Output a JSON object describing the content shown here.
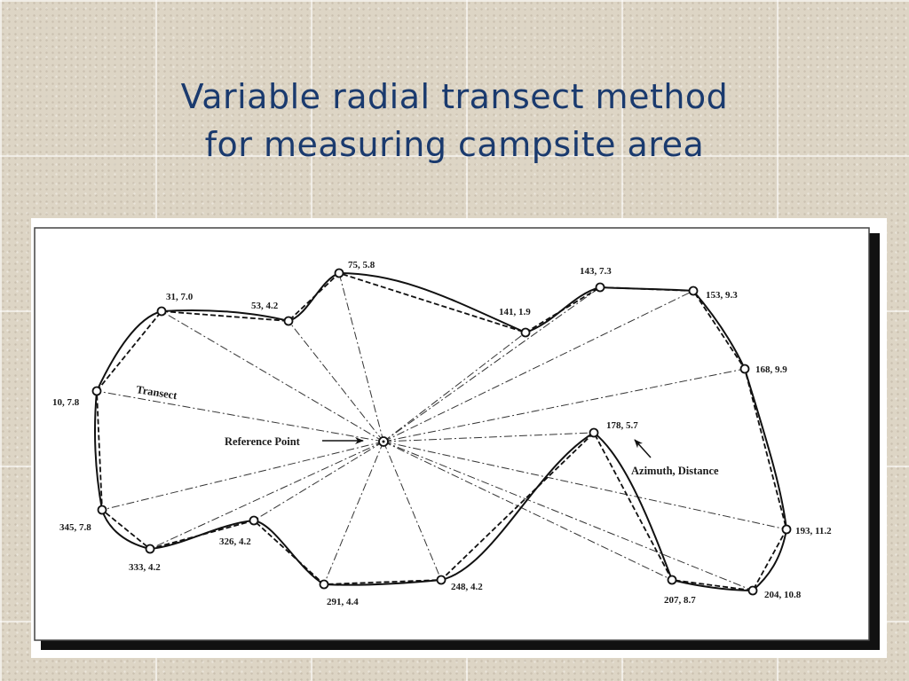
{
  "title": {
    "line1": "Variable radial transect method",
    "line2": "for measuring campsite area"
  },
  "diagram": {
    "reference_point_label": "Reference Point",
    "transect_label": "Transect",
    "azimuth_distance_label": "Azimuth,  Distance",
    "stations": [
      {
        "label": "10, 7.8"
      },
      {
        "label": "31, 7.0"
      },
      {
        "label": "53, 4.2"
      },
      {
        "label": "75, 5.8"
      },
      {
        "label": "141, 1.9"
      },
      {
        "label": "143, 7.3"
      },
      {
        "label": "153, 9.3"
      },
      {
        "label": "168, 9.9"
      },
      {
        "label": "178, 5.7"
      },
      {
        "label": "193, 11.2"
      },
      {
        "label": "204, 10.8"
      },
      {
        "label": "207, 8.7"
      },
      {
        "label": "248, 4.2"
      },
      {
        "label": "291, 4.4"
      },
      {
        "label": "326, 4.2"
      },
      {
        "label": "333, 4.2"
      },
      {
        "label": "345, 7.8"
      }
    ]
  }
}
